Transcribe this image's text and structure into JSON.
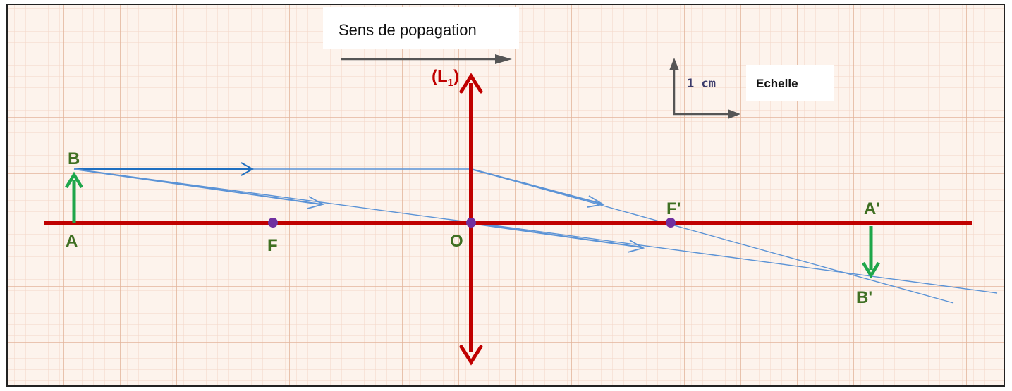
{
  "direction": {
    "label": "Sens de popagation"
  },
  "lens": {
    "label": "(L",
    "subscript": "1",
    "close": ")"
  },
  "scale": {
    "value": "1 cm",
    "label": "Echelle"
  },
  "points": {
    "A": "A",
    "B": "B",
    "F": "F",
    "O": "O",
    "F_prime": "F'",
    "A_prime": "A'",
    "B_prime": "B'"
  },
  "colors": {
    "axis": "#c00000",
    "object": "#1ea64a",
    "ray_primary": "#1f6fc0",
    "ray": "#5b93d6",
    "focus_point": "#7030a0",
    "grid_major": "#e6c0a8",
    "grid_minor": "#f5dfd2",
    "paper": "#fdf3ec"
  }
}
